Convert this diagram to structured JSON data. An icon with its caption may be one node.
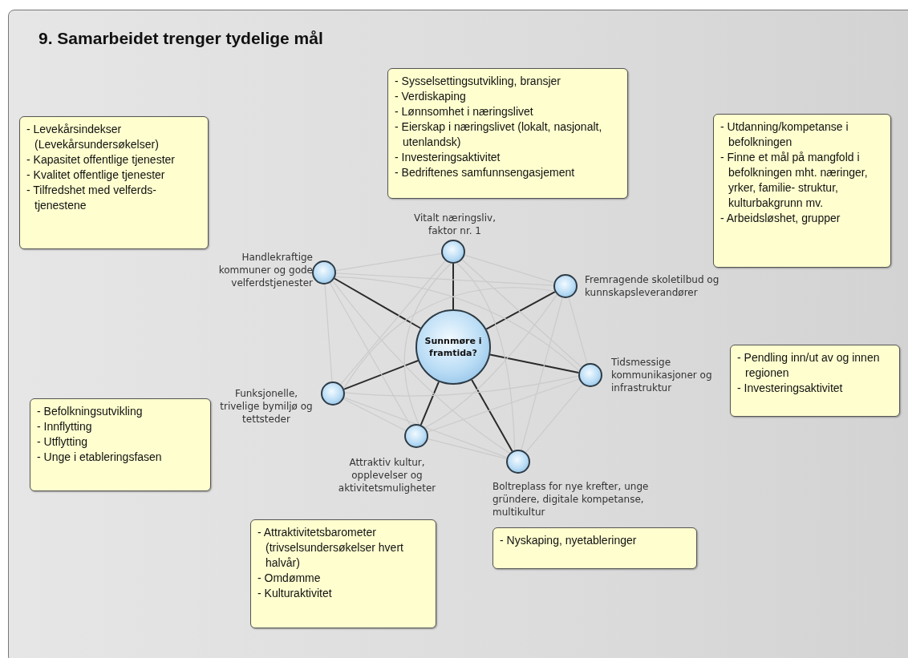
{
  "diagram": {
    "title": "9. Samarbeidet trenger tydelige mål",
    "nodes": [
      {
        "text": [
          "- Levekårsindekser (Levekårsundersøkelser)",
          "- Kapasitet offentlige tjenester",
          "- Kvalitet offentlige tjenester",
          "- Tilfredshet med velferds- tjenestene"
        ]
      },
      {
        "text": [
          "- Sysselsettingsutvikling, bransjer",
          "- Verdiskaping",
          "- Lønnsomhet i næringslivet",
          "- Eierskap i næringslivet (lokalt, nasjonalt, utenlandsk)",
          "- Investeringsaktivitet",
          "- Bedriftenes samfunnsengasjement"
        ]
      },
      {
        "text": [
          "- Utdanning/kompetanse i befolkningen",
          "- Finne et mål på mangfold i befolkningen mht. næringer, yrker, familie- struktur, kulturbakgrunn mv.",
          "- Arbeidsløshet, grupper"
        ]
      },
      {
        "text": [
          "Vitalt næringsliv, faktor nr. 1"
        ]
      },
      {
        "text": [
          "Handlekraftige kommuner og gode velferdstjenester"
        ]
      },
      {
        "text": [
          "Fremragende skoletilbud og kunnskapsleverandører"
        ]
      },
      {
        "text": [
          "Sunnmøre i framtida?"
        ]
      },
      {
        "text": [
          "Tidsmessige kommunikasjoner og infrastruktur"
        ]
      },
      {
        "text": [
          "- Pendling inn/ut av og innen regionen",
          "- Investeringsaktivitet"
        ]
      },
      {
        "text": [
          "Funksjonelle, trivelige bymiljø og tettsteder"
        ]
      },
      {
        "text": [
          "- Befolkningsutvikling",
          "- Innflytting",
          "- Utflytting",
          "- Unge i etableringsfasen"
        ]
      },
      {
        "text": [
          "Attraktiv kultur, opplevelser og aktivitetsmuligheter"
        ]
      },
      {
        "text": [
          "Boltreplass for nye krefter, unge gründere, digitale kompetanse, multikultur"
        ]
      },
      {
        "text": [
          "- Attraktivitetsbarometer (trivselsundersøkelser hvert halvår)",
          "- Omdømme",
          "- Kulturaktivitet"
        ]
      },
      {
        "text": [
          "- Nyskaping, nyetableringer"
        ]
      }
    ],
    "edges": [
      {
        "from": 6,
        "to": 3,
        "arrow": "none",
        "color": "#2b2b2b"
      },
      {
        "from": 6,
        "to": 4,
        "arrow": "none",
        "color": "#2b2b2b"
      },
      {
        "from": 6,
        "to": 5,
        "arrow": "none",
        "color": "#2b2b2b"
      },
      {
        "from": 6,
        "to": 7,
        "arrow": "none",
        "color": "#2b2b2b"
      },
      {
        "from": 6,
        "to": 9,
        "arrow": "none",
        "color": "#2b2b2b"
      },
      {
        "from": 6,
        "to": 11,
        "arrow": "none",
        "color": "#2b2b2b"
      },
      {
        "from": 6,
        "to": 12,
        "arrow": "none",
        "color": "#2b2b2b"
      },
      {
        "from": 3,
        "to": 4,
        "arrow": "none"
      },
      {
        "from": 3,
        "to": 5,
        "arrow": "none"
      },
      {
        "from": 3,
        "to": 7,
        "arrow": "none"
      },
      {
        "from": 3,
        "to": 9,
        "arrow": "none"
      },
      {
        "from": 3,
        "to": 11,
        "arrow": "none"
      },
      {
        "from": 3,
        "to": 12,
        "arrow": "none"
      },
      {
        "from": 4,
        "to": 5,
        "arrow": "none"
      },
      {
        "from": 4,
        "to": 7,
        "arrow": "none"
      },
      {
        "from": 4,
        "to": 9,
        "arrow": "none"
      },
      {
        "from": 4,
        "to": 11,
        "arrow": "none"
      },
      {
        "from": 4,
        "to": 12,
        "arrow": "none"
      },
      {
        "from": 5,
        "to": 7,
        "arrow": "none"
      },
      {
        "from": 5,
        "to": 9,
        "arrow": "none"
      },
      {
        "from": 5,
        "to": 11,
        "arrow": "none"
      },
      {
        "from": 5,
        "to": 12,
        "arrow": "none"
      },
      {
        "from": 7,
        "to": 9,
        "arrow": "none"
      },
      {
        "from": 7,
        "to": 11,
        "arrow": "none"
      },
      {
        "from": 7,
        "to": 12,
        "arrow": "none"
      },
      {
        "from": 9,
        "to": 11,
        "arrow": "none"
      },
      {
        "from": 9,
        "to": 12,
        "arrow": "none"
      },
      {
        "from": 11,
        "to": 12,
        "arrow": "none"
      }
    ]
  }
}
